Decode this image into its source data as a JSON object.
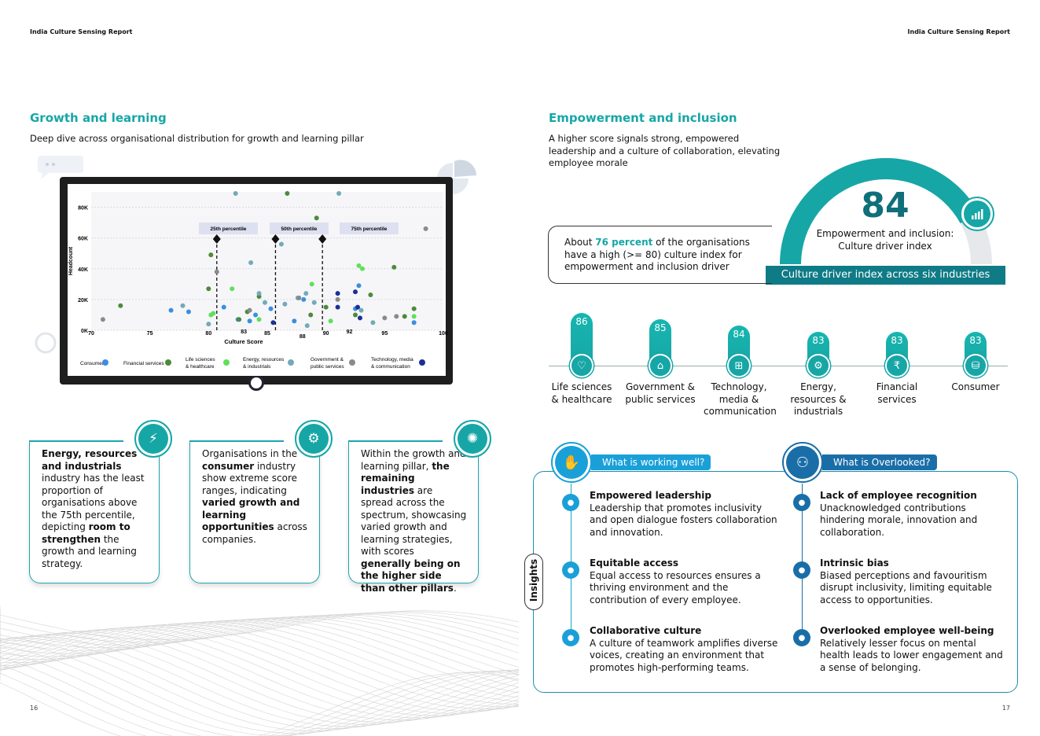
{
  "header": {
    "left": "India Culture Sensing Report",
    "right": "India Culture Sensing Report"
  },
  "pages": {
    "left": "16",
    "right": "17"
  },
  "left": {
    "title": "Growth and learning",
    "subtitle": "Deep dive across organisational distribution for growth and learning pillar",
    "cards": [
      {
        "icon": "lightning-icon",
        "parts": [
          [
            "b",
            "Energy, resources and industrials"
          ],
          [
            "t",
            " industry has the least proportion of organisations above the 75th percentile, depicting "
          ],
          [
            "b",
            "room to strengthen"
          ],
          [
            "t",
            " the growth and learning strategy."
          ]
        ]
      },
      {
        "icon": "org-chart-icon",
        "parts": [
          [
            "t",
            "Organisations in the "
          ],
          [
            "b",
            "consumer"
          ],
          [
            "t",
            " industry show extreme score ranges, indicating "
          ],
          [
            "b",
            "varied growth and learning opportunities"
          ],
          [
            "t",
            " across companies."
          ]
        ]
      },
      {
        "icon": "head-gear-icon",
        "parts": [
          [
            "t",
            "Within the growth and learning pillar, "
          ],
          [
            "b",
            "the remaining industries"
          ],
          [
            "t",
            " are spread across the spectrum, showcasing varied growth and learning strategies, with scores "
          ],
          [
            "b",
            "generally being on the higher side than other pillars"
          ],
          [
            "t",
            "."
          ]
        ]
      }
    ]
  },
  "chart_data": {
    "type": "scatter",
    "xlabel": "Culture Score",
    "ylabel": "Headcount",
    "xlim": [
      70,
      100
    ],
    "ylim": [
      0,
      90000
    ],
    "xticks": [
      "70",
      "75",
      "80",
      "85",
      "90",
      "95",
      "100"
    ],
    "xticks_extra": [
      "83",
      "88",
      "92"
    ],
    "yticks": [
      "0K",
      "20K",
      "40K",
      "60K",
      "80K"
    ],
    "percentiles": [
      {
        "label": "25th percentile",
        "x": 80.7
      },
      {
        "label": "50th percentile",
        "x": 85.7
      },
      {
        "label": "75th percentile",
        "x": 89.7
      }
    ],
    "grid": true,
    "legend_placement": "bottom",
    "series": [
      {
        "name": "Consumer",
        "color": "#3a8fe0",
        "points": [
          [
            76.8,
            13000
          ],
          [
            78.3,
            12000
          ],
          [
            81.3,
            15000
          ],
          [
            82.5,
            7000
          ],
          [
            83.5,
            6000
          ],
          [
            84,
            10000
          ],
          [
            85.3,
            14000
          ],
          [
            87.3,
            6000
          ],
          [
            88.1,
            20000
          ],
          [
            92.5,
            14000
          ],
          [
            92.8,
            29000
          ],
          [
            97.5,
            5000
          ]
        ]
      },
      {
        "name": "Financial services",
        "color": "#4e8a3a",
        "points": [
          [
            72.5,
            16000
          ],
          [
            80,
            27000
          ],
          [
            80.2,
            49000
          ],
          [
            82.6,
            7000
          ],
          [
            83.3,
            12000
          ],
          [
            84.3,
            22000
          ],
          [
            86.7,
            89000
          ],
          [
            88.7,
            10000
          ],
          [
            89.2,
            73000
          ],
          [
            90,
            15000
          ],
          [
            92.5,
            10000
          ],
          [
            93.8,
            23000
          ],
          [
            95.8,
            41000
          ],
          [
            96.7,
            9000
          ],
          [
            97.5,
            14000
          ]
        ]
      },
      {
        "name": "Life sciences & healthcare",
        "color": "#5fe05a",
        "points": [
          [
            80.2,
            10000
          ],
          [
            80.4,
            11000
          ],
          [
            82,
            27000
          ],
          [
            84.3,
            7000
          ],
          [
            88.8,
            30000
          ],
          [
            90.4,
            6000
          ],
          [
            92.8,
            42000
          ],
          [
            93.1,
            40000
          ],
          [
            97.5,
            9000
          ]
        ]
      },
      {
        "name": "Energy, resources & industrials",
        "color": "#73aab8",
        "points": [
          [
            77.8,
            16000
          ],
          [
            80,
            4000
          ],
          [
            82.3,
            89000
          ],
          [
            83.6,
            44000
          ],
          [
            84.3,
            24000
          ],
          [
            84.8,
            18000
          ],
          [
            86.2,
            56000
          ],
          [
            86.5,
            17000
          ],
          [
            87.6,
            21000
          ],
          [
            88.3,
            24000
          ],
          [
            88.4,
            3000
          ],
          [
            89,
            18000
          ],
          [
            91.1,
            89000
          ],
          [
            93,
            13000
          ],
          [
            94,
            5000
          ]
        ]
      },
      {
        "name": "Government & public services",
        "color": "#8a8a8a",
        "points": [
          [
            71,
            7000
          ],
          [
            80.7,
            38000
          ],
          [
            83.5,
            13000
          ],
          [
            87.7,
            21000
          ],
          [
            91,
            20000
          ],
          [
            95,
            8000
          ],
          [
            96,
            9000
          ],
          [
            98.5,
            66000
          ]
        ]
      },
      {
        "name": "Technology, media & communication",
        "color": "#1a2f99",
        "points": [
          [
            85.5,
            5000
          ],
          [
            91,
            24000
          ],
          [
            91,
            15000
          ],
          [
            92.5,
            25000
          ],
          [
            92.7,
            15000
          ],
          [
            92.9,
            8000
          ]
        ]
      }
    ]
  },
  "legend_labels": [
    "Consumer",
    "Financial services",
    "Life sciences & healthcare",
    "Energy, resources & industrials",
    "Government & public services",
    "Technology, media & communication"
  ],
  "right": {
    "title": "Empowerment and inclusion",
    "subtitle": "A higher score signals strong, empowered leadership and a culture of collaboration, elevating employee morale",
    "gauge": {
      "value": "84",
      "fraction": 0.84,
      "label_line1": "Empowerment and inclusion:",
      "label_line2": "Culture driver index",
      "bar_text": "Culture driver index across six industries",
      "icon": "chart-growth-icon"
    },
    "callout": {
      "pre": "About ",
      "highlight": "76 percent",
      "post": " of the organisations have a high (>= 80) culture index for empowerment and inclusion driver"
    },
    "industries": [
      {
        "value": "86",
        "score": 86,
        "label": "Life sciences & healthcare",
        "icon": "heart-hand-icon"
      },
      {
        "value": "85",
        "score": 85,
        "label": "Government & public services",
        "icon": "building-icon"
      },
      {
        "value": "84",
        "score": 84,
        "label": "Technology, media & communication",
        "icon": "chip-icon"
      },
      {
        "value": "83",
        "score": 83,
        "label": "Energy, resources & industrials",
        "icon": "gear-icon"
      },
      {
        "value": "83",
        "score": 83,
        "label": "Financial services",
        "icon": "rupee-icon"
      },
      {
        "value": "83",
        "score": 83,
        "label": "Consumer",
        "icon": "shopping-icon"
      }
    ],
    "insights_label": "Insights",
    "working": {
      "tag": "What is working well?",
      "icon": "handshake-icon",
      "items": [
        {
          "title": "Empowered leadership",
          "text": "Leadership that promotes inclusivity and open dialogue fosters collaboration and innovation.",
          "icon": "leader-icon"
        },
        {
          "title": "Equitable access",
          "text": "Equal access to resources ensures a thriving environment and the contribution of every employee.",
          "icon": "access-icon"
        },
        {
          "title": "Collaborative culture",
          "text": "A culture of teamwork amplifies diverse voices, creating an environment that promotes high-performing teams.",
          "icon": "team-icon"
        }
      ]
    },
    "overlooked": {
      "tag": "What is Overlooked?",
      "icon": "binoculars-icon",
      "items": [
        {
          "title": "Lack of employee recognition",
          "text": "Unacknowledged contributions hindering morale, innovation and collaboration.",
          "icon": "recognition-icon"
        },
        {
          "title": "Intrinsic bias",
          "text": "Biased perceptions and favouritism disrupt inclusivity, limiting equitable access to opportunities.",
          "icon": "bias-icon"
        },
        {
          "title": "Overlooked employee well-being",
          "text": "Relatively lesser focus on mental health leads to lower engagement and a sense of belonging.",
          "icon": "wellbeing-icon"
        }
      ]
    },
    "colors": {
      "teal": "#17a6a6",
      "dark_teal": "#0f7b86",
      "blue": "#1f8fd0",
      "navy": "#1a6ea8"
    }
  }
}
